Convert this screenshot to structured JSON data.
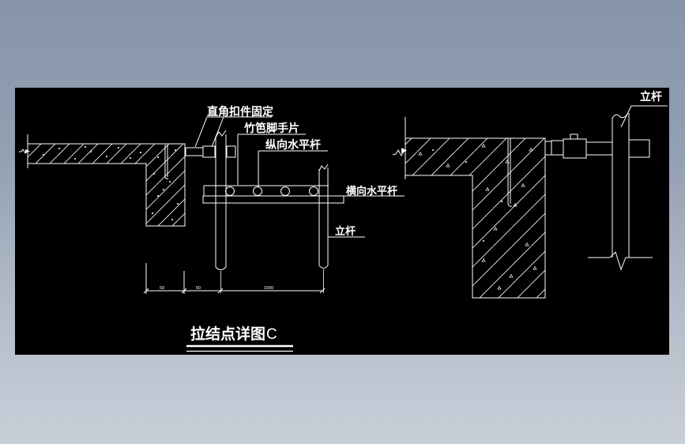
{
  "viewer": {
    "background_top": "#8795aa",
    "background_bottom": "#c9cfd9",
    "canvas_color": "#000000",
    "line_color": "#ffffff"
  },
  "title": {
    "text": "拉结点详图",
    "suffix": "C"
  },
  "left_detail": {
    "labels": {
      "right_angle_coupler": "直角扣件固定",
      "bamboo_mat": "竹笆脚手片",
      "longitudinal_bar": "纵向水平杆",
      "transverse_bar": "横向水平杆",
      "post": "立杆"
    },
    "dimensions": {
      "d1": "50",
      "d2": "50",
      "d3": "1500"
    }
  },
  "right_detail": {
    "labels": {
      "post": "立杆"
    }
  }
}
